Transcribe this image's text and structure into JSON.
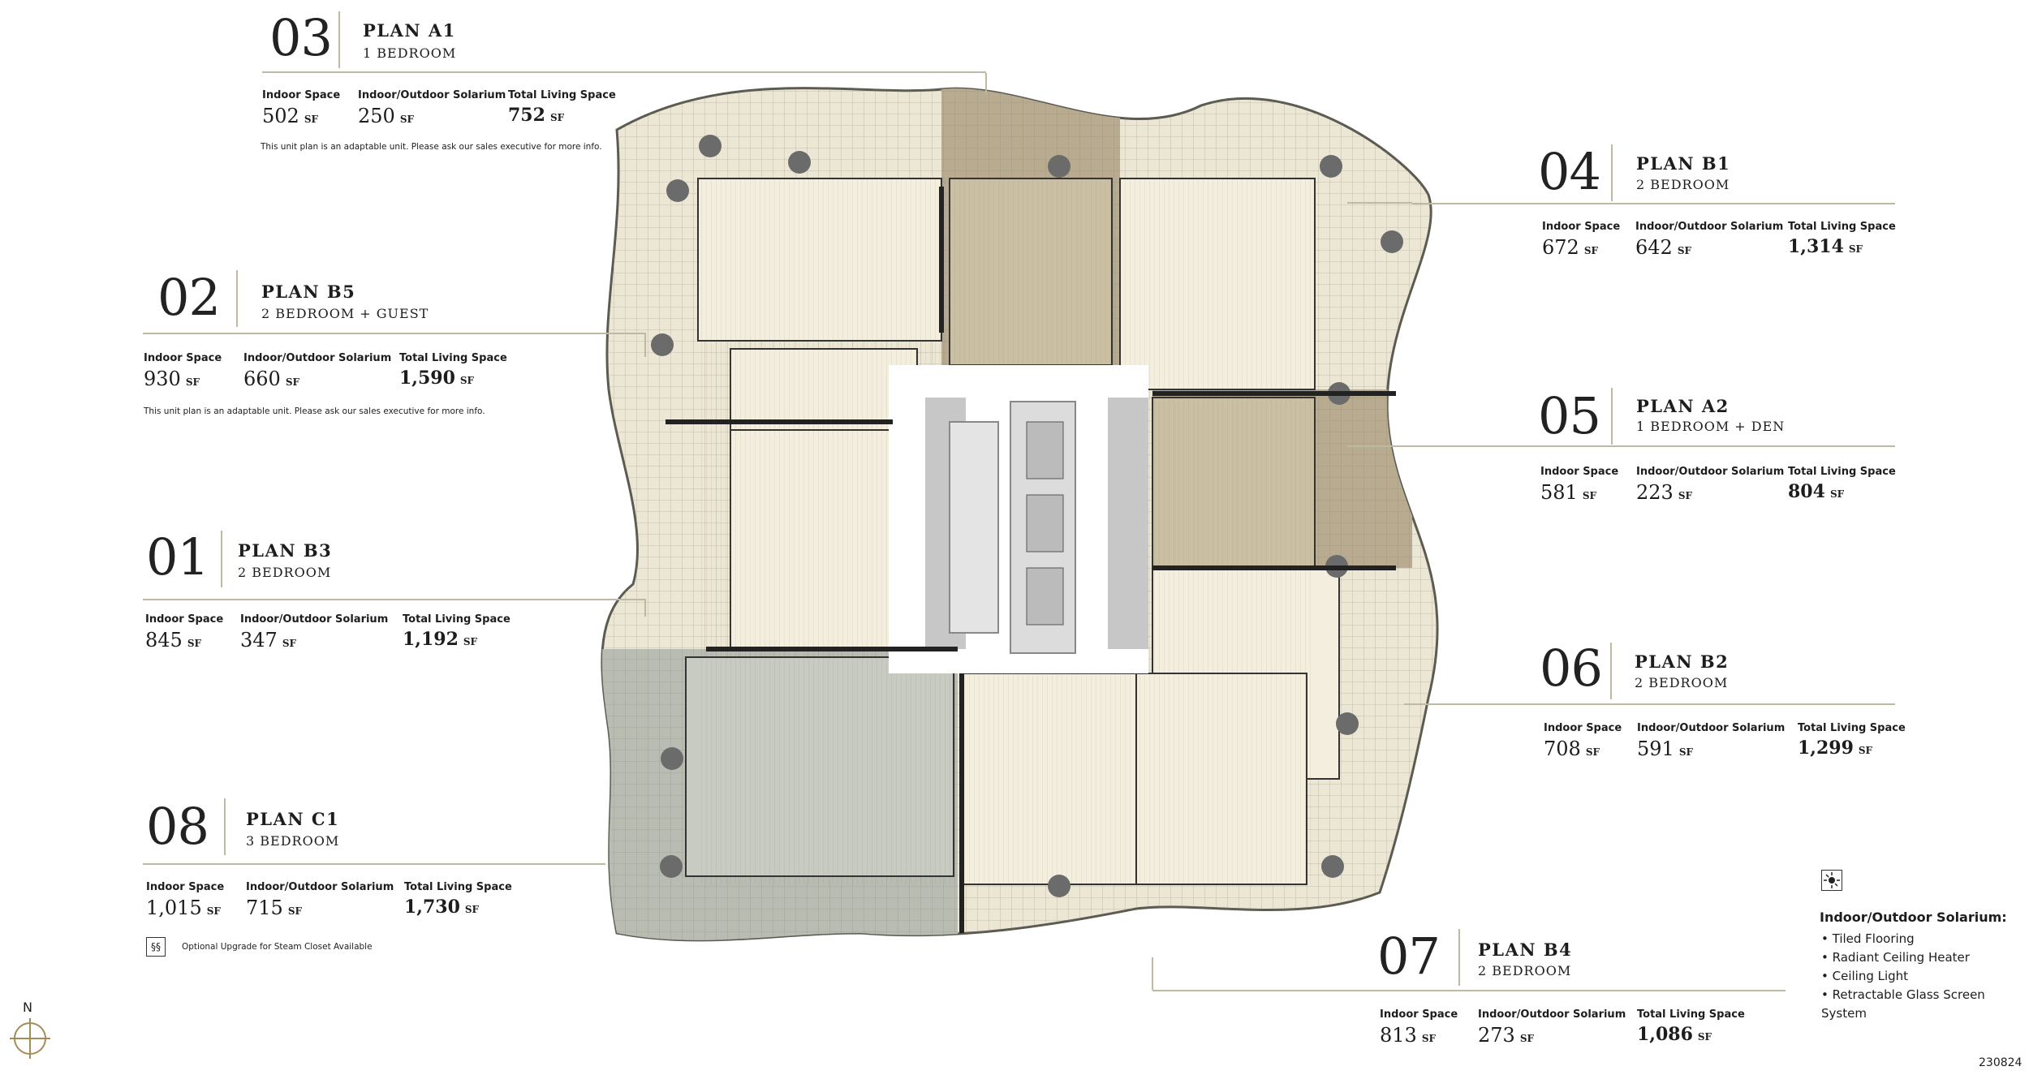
{
  "plans": [
    {
      "id": "03",
      "plan": "PLAN A1",
      "type": "1 BEDROOM",
      "indoor": "502",
      "solarium": "250",
      "total": "752",
      "note": "This unit plan is an adaptable unit. Please ask our sales executive for more info."
    },
    {
      "id": "02",
      "plan": "PLAN B5",
      "type": "2 BEDROOM + GUEST",
      "indoor": "930",
      "solarium": "660",
      "total": "1,590",
      "note": "This unit plan is an adaptable unit. Please ask our sales executive for more info."
    },
    {
      "id": "01",
      "plan": "PLAN B3",
      "type": "2 BEDROOM",
      "indoor": "845",
      "solarium": "347",
      "total": "1,192",
      "note": ""
    },
    {
      "id": "08",
      "plan": "PLAN C1",
      "type": "3 BEDROOM",
      "indoor": "1,015",
      "solarium": "715",
      "total": "1,730",
      "note": ""
    },
    {
      "id": "04",
      "plan": "PLAN B1",
      "type": "2 BEDROOM",
      "indoor": "672",
      "solarium": "642",
      "total": "1,314",
      "note": ""
    },
    {
      "id": "05",
      "plan": "PLAN A2",
      "type": "1 BEDROOM + DEN",
      "indoor": "581",
      "solarium": "223",
      "total": "804",
      "note": ""
    },
    {
      "id": "06",
      "plan": "PLAN B2",
      "type": "2 BEDROOM",
      "indoor": "708",
      "solarium": "591",
      "total": "1,299",
      "note": ""
    },
    {
      "id": "07",
      "plan": "PLAN B4",
      "type": "2 BEDROOM",
      "indoor": "813",
      "solarium": "273",
      "total": "1,086",
      "note": ""
    }
  ],
  "labels": {
    "indoor": "Indoor Space",
    "solarium": "Indoor/Outdoor Solarium",
    "total": "Total Living Space",
    "unit": "SF"
  },
  "steam_note": "Optional Upgrade for Steam Closet Available",
  "steam_icon": "§§",
  "legend": {
    "title": "Indoor/Outdoor Solarium:",
    "items": [
      "Tiled Flooring",
      "Radiant Ceiling Heater",
      "Ceiling Light",
      "Retractable Glass Screen System"
    ]
  },
  "compass": "N",
  "ref_code": "230824",
  "colors": {
    "accent_line": "#bdb9a2",
    "unit_light": "#ece6d4",
    "unit_dark": "#b8ab90",
    "unit_grey": "#b9bcb3",
    "floor_outline": "#5b5b52"
  }
}
